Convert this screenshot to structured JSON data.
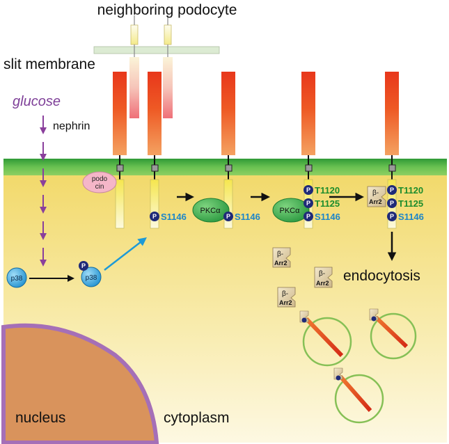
{
  "labels": {
    "neighboring_podocyte": "neighboring podocyte",
    "slit_membrane": "slit membrane",
    "glucose": "glucose",
    "nephrin": "nephrin",
    "podocin_line1": "podo",
    "podocin_line2": "cin",
    "p38": "p38",
    "phospho_mark": "P",
    "pkc_alpha": "PKCα",
    "s1146": "S1146",
    "t1120": "T1120",
    "t1125": "T1125",
    "beta": "β-",
    "arr2": "Arr2",
    "endocytosis": "endocytosis",
    "nucleus": "nucleus",
    "cytoplasm": "cytoplasm"
  },
  "colors": {
    "membrane": "#3daa3d",
    "cytoplasm_top": "#f3dc6f",
    "cytoplasm_bottom": "#fcf6d8",
    "nucleus": "#d9935c",
    "nuclear_envelope": "#a56fb7",
    "glucose_arrow": "#8a3f9c",
    "p38_arrow": "#1e9ad6",
    "phospho": "#1f2a78",
    "s_site": "#1d86c8",
    "t_site": "#1c8c2c",
    "pkc": "#2e9e44",
    "vesicle": "#86c056",
    "nephrin_extracellular": "#e8401c",
    "nephrin_intracellular": "#f7ee7a"
  }
}
